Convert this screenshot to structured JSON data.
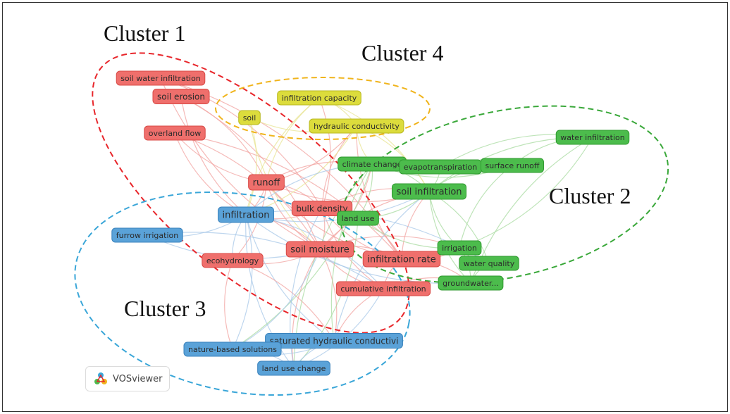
{
  "clusters": [
    {
      "id": "c1",
      "title": "Cluster 1",
      "color": "#e8262b"
    },
    {
      "id": "c2",
      "title": "Cluster 2",
      "color": "#3aa83a"
    },
    {
      "id": "c3",
      "title": "Cluster 3",
      "color": "#3aa6d8"
    },
    {
      "id": "c4",
      "title": "Cluster 4",
      "color": "#f0b41c"
    }
  ],
  "groups": {
    "red": {
      "fill": "#ef6f6c",
      "stroke": "#d84a46",
      "line": "#f2a3a0"
    },
    "green": {
      "fill": "#4cbc4c",
      "stroke": "#2f9a2f",
      "line": "#a8dba0"
    },
    "blue": {
      "fill": "#5aa2d8",
      "stroke": "#3a82bc",
      "line": "#a8c8e8"
    },
    "yellow": {
      "fill": "#dcdc3c",
      "stroke": "#b8b820",
      "line": "#e8e494"
    }
  },
  "nodes": [
    {
      "id": "swi",
      "label": "soil water infiltration",
      "group": "red"
    },
    {
      "id": "se",
      "label": "soil erosion",
      "group": "red"
    },
    {
      "id": "of",
      "label": "overland flow",
      "group": "red"
    },
    {
      "id": "ro",
      "label": "runoff",
      "group": "red"
    },
    {
      "id": "bd",
      "label": "bulk density",
      "group": "red"
    },
    {
      "id": "sm",
      "label": "soil moisture",
      "group": "red"
    },
    {
      "id": "eco",
      "label": "ecohydrology",
      "group": "red"
    },
    {
      "id": "ir",
      "label": "infiltration rate",
      "group": "red"
    },
    {
      "id": "ci",
      "label": "cumulative infiltration",
      "group": "red"
    },
    {
      "id": "soil",
      "label": "soil",
      "group": "yellow"
    },
    {
      "id": "icap",
      "label": "infiltration capacity",
      "group": "yellow"
    },
    {
      "id": "hc",
      "label": "hydraulic conductivity",
      "group": "yellow"
    },
    {
      "id": "wi",
      "label": "water infiltration",
      "group": "green"
    },
    {
      "id": "cc",
      "label": "climate change",
      "group": "green"
    },
    {
      "id": "evt",
      "label": "evapotranspiration",
      "group": "green"
    },
    {
      "id": "sr",
      "label": "surface runoff",
      "group": "green"
    },
    {
      "id": "sinf",
      "label": "soil infiltration",
      "group": "green"
    },
    {
      "id": "lu",
      "label": "land use",
      "group": "green"
    },
    {
      "id": "irr",
      "label": "irrigation",
      "group": "green"
    },
    {
      "id": "wq",
      "label": "water quality",
      "group": "green"
    },
    {
      "id": "gw",
      "label": "groundwater...",
      "group": "green"
    },
    {
      "id": "inf",
      "label": "infiltration",
      "group": "blue"
    },
    {
      "id": "fi",
      "label": "furrow irrigation",
      "group": "blue"
    },
    {
      "id": "shc",
      "label": "saturated hydraulic conductivi",
      "group": "blue"
    },
    {
      "id": "nbs",
      "label": "nature-based solutions",
      "group": "blue"
    },
    {
      "id": "luc",
      "label": "land use change",
      "group": "blue"
    }
  ],
  "links": [
    [
      "ro",
      "bd"
    ],
    [
      "ro",
      "sm"
    ],
    [
      "ro",
      "inf"
    ],
    [
      "ro",
      "se"
    ],
    [
      "ro",
      "of"
    ],
    [
      "ro",
      "hc"
    ],
    [
      "ro",
      "cc"
    ],
    [
      "ro",
      "sinf"
    ],
    [
      "ro",
      "eco"
    ],
    [
      "ro",
      "ir"
    ],
    [
      "bd",
      "sm"
    ],
    [
      "bd",
      "ir"
    ],
    [
      "bd",
      "inf"
    ],
    [
      "bd",
      "ci"
    ],
    [
      "bd",
      "sinf"
    ],
    [
      "bd",
      "lu"
    ],
    [
      "bd",
      "hc"
    ],
    [
      "bd",
      "icap"
    ],
    [
      "sm",
      "ir"
    ],
    [
      "sm",
      "inf"
    ],
    [
      "sm",
      "eco"
    ],
    [
      "sm",
      "ci"
    ],
    [
      "sm",
      "irr"
    ],
    [
      "sm",
      "cc"
    ],
    [
      "sm",
      "shc"
    ],
    [
      "sm",
      "luc"
    ],
    [
      "sm",
      "sinf"
    ],
    [
      "ir",
      "ci"
    ],
    [
      "ir",
      "sinf"
    ],
    [
      "ir",
      "irr"
    ],
    [
      "ir",
      "gw"
    ],
    [
      "ir",
      "lu"
    ],
    [
      "ir",
      "hc"
    ],
    [
      "ir",
      "swi"
    ],
    [
      "swi",
      "bd"
    ],
    [
      "swi",
      "sm"
    ],
    [
      "se",
      "sm"
    ],
    [
      "se",
      "inf"
    ],
    [
      "of",
      "ir"
    ],
    [
      "of",
      "inf"
    ],
    [
      "of",
      "sm"
    ],
    [
      "soil",
      "sm"
    ],
    [
      "soil",
      "inf"
    ],
    [
      "soil",
      "hc"
    ],
    [
      "icap",
      "hc"
    ],
    [
      "icap",
      "ro"
    ],
    [
      "icap",
      "sinf"
    ],
    [
      "icap",
      "inf"
    ],
    [
      "hc",
      "sinf"
    ],
    [
      "hc",
      "cc"
    ],
    [
      "hc",
      "inf"
    ],
    [
      "inf",
      "sinf"
    ],
    [
      "inf",
      "cc"
    ],
    [
      "inf",
      "eco"
    ],
    [
      "inf",
      "fi"
    ],
    [
      "inf",
      "shc"
    ],
    [
      "inf",
      "nbs"
    ],
    [
      "inf",
      "luc"
    ],
    [
      "inf",
      "ci"
    ],
    [
      "inf",
      "gw"
    ],
    [
      "inf",
      "wq"
    ],
    [
      "fi",
      "sm"
    ],
    [
      "fi",
      "ci"
    ],
    [
      "eco",
      "nbs"
    ],
    [
      "eco",
      "shc"
    ],
    [
      "ci",
      "shc"
    ],
    [
      "ci",
      "gw"
    ],
    [
      "cc",
      "evt"
    ],
    [
      "cc",
      "sinf"
    ],
    [
      "cc",
      "sr"
    ],
    [
      "cc",
      "lu"
    ],
    [
      "cc",
      "luc"
    ],
    [
      "cc",
      "nbs"
    ],
    [
      "cc",
      "shc"
    ],
    [
      "evt",
      "sinf"
    ],
    [
      "evt",
      "sr"
    ],
    [
      "evt",
      "wi"
    ],
    [
      "sr",
      "sinf"
    ],
    [
      "sr",
      "wi"
    ],
    [
      "sr",
      "irr"
    ],
    [
      "sinf",
      "lu"
    ],
    [
      "sinf",
      "irr"
    ],
    [
      "sinf",
      "wq"
    ],
    [
      "sinf",
      "gw"
    ],
    [
      "sinf",
      "wi"
    ],
    [
      "lu",
      "irr"
    ],
    [
      "lu",
      "luc"
    ],
    [
      "irr",
      "wq"
    ],
    [
      "irr",
      "gw"
    ],
    [
      "wq",
      "gw"
    ],
    [
      "wi",
      "irr"
    ],
    [
      "wi",
      "gw"
    ],
    [
      "shc",
      "nbs"
    ],
    [
      "shc",
      "luc"
    ],
    [
      "nbs",
      "luc"
    ],
    [
      "luc",
      "ci"
    ],
    [
      "shc",
      "sinf"
    ],
    [
      "nbs",
      "sm"
    ],
    [
      "luc",
      "bd"
    ]
  ],
  "branding": {
    "logo_text": "VOSviewer"
  }
}
